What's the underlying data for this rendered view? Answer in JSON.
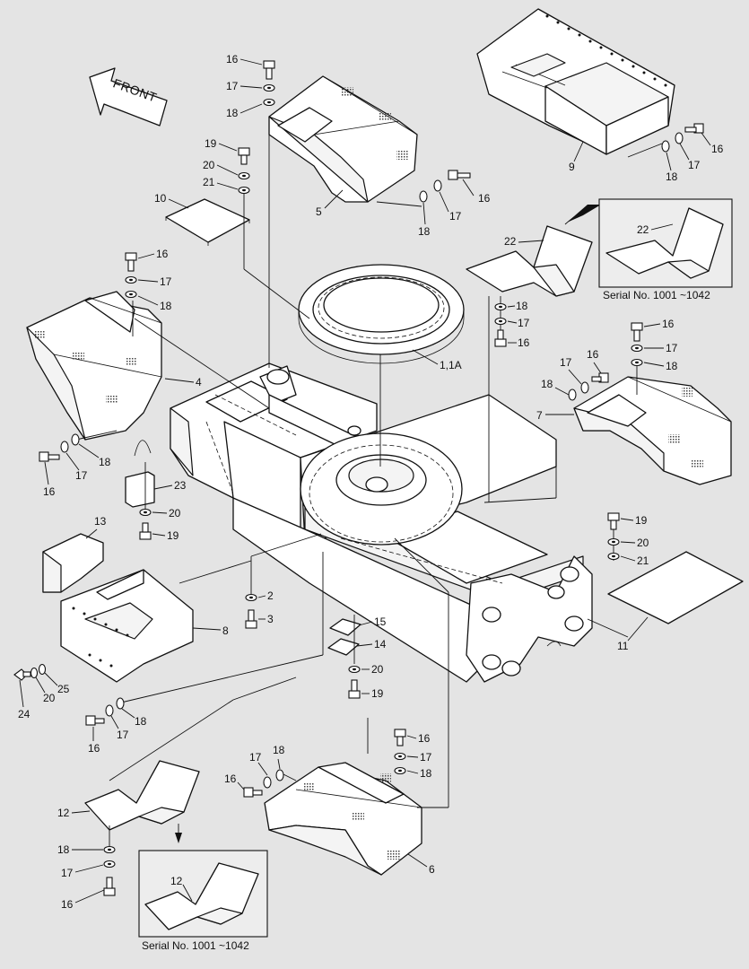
{
  "front_label": "FRONT",
  "inset_captions": {
    "top_right": "Serial No. 1001 ~1042",
    "bottom": "Serial No. 1001 ~1042"
  },
  "callouts": [
    {
      "key": "c16a",
      "text": "16"
    },
    {
      "key": "c17a",
      "text": "17"
    },
    {
      "key": "c18a",
      "text": "18"
    },
    {
      "key": "c19a",
      "text": "19"
    },
    {
      "key": "c20a",
      "text": "20"
    },
    {
      "key": "c21a",
      "text": "21"
    },
    {
      "key": "c10",
      "text": "10"
    },
    {
      "key": "c5",
      "text": "5"
    },
    {
      "key": "c16b",
      "text": "16"
    },
    {
      "key": "c17b",
      "text": "17"
    },
    {
      "key": "c18b",
      "text": "18"
    },
    {
      "key": "c9",
      "text": "9"
    },
    {
      "key": "c16c",
      "text": "16"
    },
    {
      "key": "c17c",
      "text": "17"
    },
    {
      "key": "c18c",
      "text": "18"
    },
    {
      "key": "c22a",
      "text": "22"
    },
    {
      "key": "c22b",
      "text": "22"
    },
    {
      "key": "c16d",
      "text": "16"
    },
    {
      "key": "c17d",
      "text": "17"
    },
    {
      "key": "c18d",
      "text": "18"
    },
    {
      "key": "c4",
      "text": "4"
    },
    {
      "key": "c16e",
      "text": "16"
    },
    {
      "key": "c17e",
      "text": "17"
    },
    {
      "key": "c18e",
      "text": "18"
    },
    {
      "key": "c11a",
      "text": "1,1A"
    },
    {
      "key": "c18f",
      "text": "18"
    },
    {
      "key": "c17f",
      "text": "17"
    },
    {
      "key": "c16f",
      "text": "16"
    },
    {
      "key": "c16g",
      "text": "16"
    },
    {
      "key": "c17g",
      "text": "17"
    },
    {
      "key": "c18g",
      "text": "18"
    },
    {
      "key": "c17h",
      "text": "17"
    },
    {
      "key": "c16h",
      "text": "16"
    },
    {
      "key": "c18h",
      "text": "18"
    },
    {
      "key": "c7",
      "text": "7"
    },
    {
      "key": "c23",
      "text": "23"
    },
    {
      "key": "c20b",
      "text": "20"
    },
    {
      "key": "c19b",
      "text": "19"
    },
    {
      "key": "c19c",
      "text": "19"
    },
    {
      "key": "c20c",
      "text": "20"
    },
    {
      "key": "c21b",
      "text": "21"
    },
    {
      "key": "c13",
      "text": "13"
    },
    {
      "key": "c2",
      "text": "2"
    },
    {
      "key": "c3",
      "text": "3"
    },
    {
      "key": "c8",
      "text": "8"
    },
    {
      "key": "c15",
      "text": "15"
    },
    {
      "key": "c14",
      "text": "14"
    },
    {
      "key": "c20d",
      "text": "20"
    },
    {
      "key": "c19d",
      "text": "19"
    },
    {
      "key": "c11",
      "text": "11"
    },
    {
      "key": "c25",
      "text": "25"
    },
    {
      "key": "c20e",
      "text": "20"
    },
    {
      "key": "c24",
      "text": "24"
    },
    {
      "key": "c18i",
      "text": "18"
    },
    {
      "key": "c17i",
      "text": "17"
    },
    {
      "key": "c16i",
      "text": "16"
    },
    {
      "key": "c16j",
      "text": "16"
    },
    {
      "key": "c17j",
      "text": "17"
    },
    {
      "key": "c18j",
      "text": "18"
    },
    {
      "key": "c17k",
      "text": "17"
    },
    {
      "key": "c18k",
      "text": "18"
    },
    {
      "key": "c16k",
      "text": "16"
    },
    {
      "key": "c6",
      "text": "6"
    },
    {
      "key": "c12a",
      "text": "12"
    },
    {
      "key": "c18l",
      "text": "18"
    },
    {
      "key": "c17l",
      "text": "17"
    },
    {
      "key": "c16l",
      "text": "16"
    },
    {
      "key": "c12b",
      "text": "12"
    }
  ]
}
